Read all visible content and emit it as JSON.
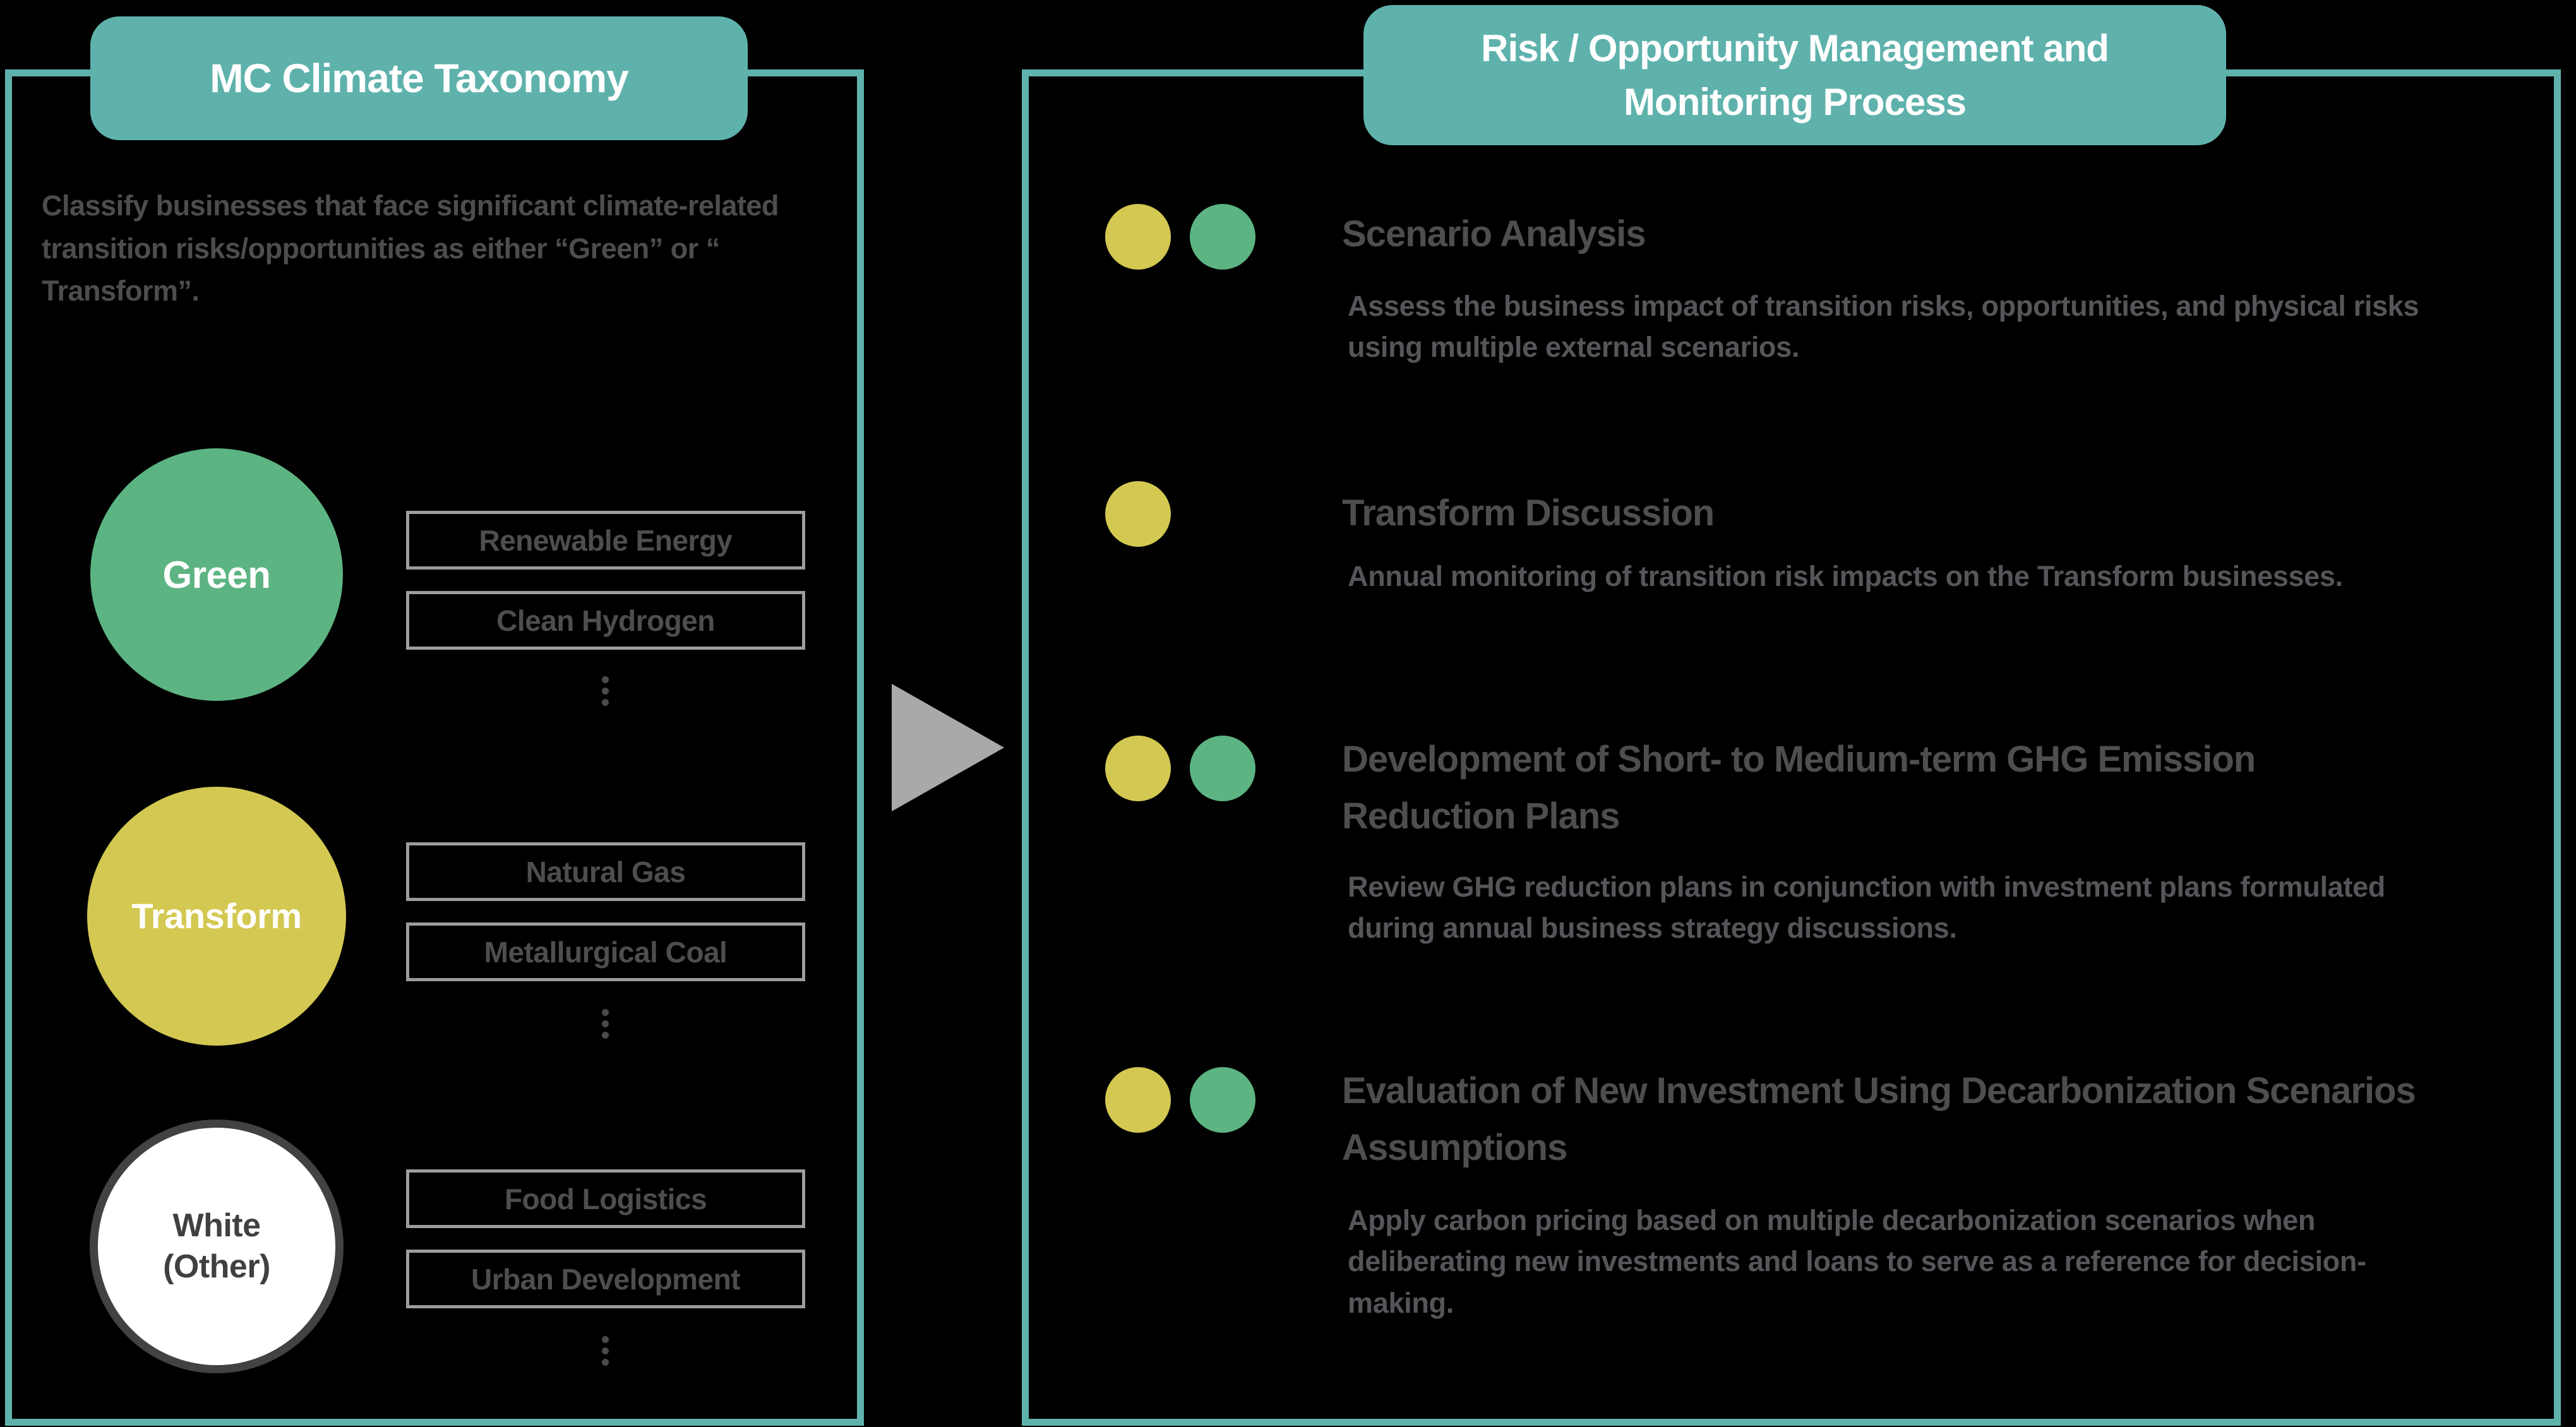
{
  "colors": {
    "teal": "#5FB2AC",
    "yellow": "#D3C851",
    "green": "#5CB482",
    "white": "#FFFFFF",
    "arrow_gray": "#A9A9A9",
    "box_border_gray": "#9B9DA0",
    "title_gray": "#4D4E50",
    "body_gray": "#55565A",
    "background": "#000000"
  },
  "left_panel": {
    "header": "MC Climate Taxonomy",
    "description": "Classify businesses that face significant climate-related transition risks/opportunities as either “Green” or “ Transform”.",
    "categories": [
      {
        "name": "Green",
        "fill": "#5CB482",
        "label_color": "#FFFFFF",
        "businesses": [
          "Renewable Energy",
          "Clean Hydrogen"
        ]
      },
      {
        "name": "Transform",
        "fill": "#D3C851",
        "label_color": "#FFFFFF",
        "businesses": [
          "Natural Gas",
          "Metallurgical Coal"
        ]
      },
      {
        "name": "White (Other)",
        "fill": "#FFFFFF",
        "label_color": "#3F4042",
        "businesses": [
          "Food Logistics",
          "Urban Development"
        ]
      }
    ]
  },
  "right_panel": {
    "header": "Risk / Opportunity Management and Monitoring Process",
    "items": [
      {
        "dots": [
          "yellow",
          "green"
        ],
        "title": "Scenario Analysis",
        "description": "Assess the business impact of transition risks, opportunities, and physical risks using multiple external scenarios."
      },
      {
        "dots": [
          "yellow"
        ],
        "title": "Transform Discussion",
        "description": "Annual monitoring of transition risk impacts on the Transform businesses."
      },
      {
        "dots": [
          "yellow",
          "green"
        ],
        "title": "Development of Short- to Medium-term GHG Emission Reduction Plans",
        "description": "Review GHG reduction plans in conjunction with investment plans formulated during annual business strategy discussions."
      },
      {
        "dots": [
          "yellow",
          "green"
        ],
        "title": "Evaluation of New Investment Using Decarbonization Scenarios Assumptions",
        "description": "Apply carbon pricing based on multiple decarbonization scenarios when deliberating new investments and loans to serve as a reference for decision-making."
      }
    ]
  }
}
